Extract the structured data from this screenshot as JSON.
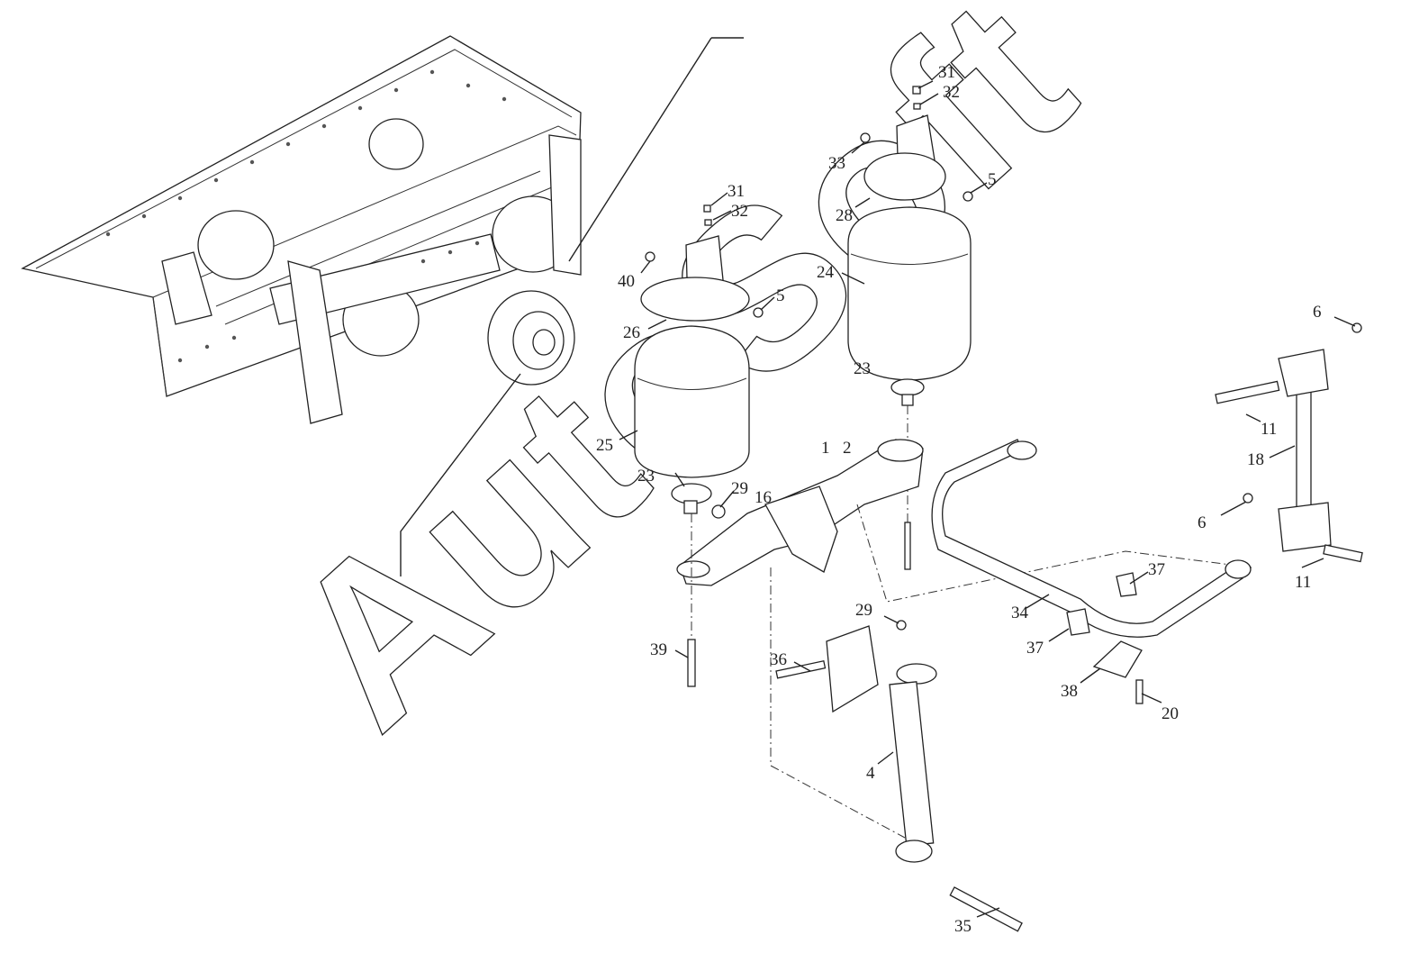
{
  "watermark": "AutoSoft",
  "callouts": [
    {
      "id": "c31a",
      "label": "31"
    },
    {
      "id": "c32a",
      "label": "32"
    },
    {
      "id": "c33",
      "label": "33"
    },
    {
      "id": "c5a",
      "label": "5"
    },
    {
      "id": "c28",
      "label": "28"
    },
    {
      "id": "c24",
      "label": "24"
    },
    {
      "id": "c31b",
      "label": "31"
    },
    {
      "id": "c32b",
      "label": "32"
    },
    {
      "id": "c40",
      "label": "40"
    },
    {
      "id": "c5b",
      "label": "5"
    },
    {
      "id": "c26",
      "label": "26"
    },
    {
      "id": "c25",
      "label": "25"
    },
    {
      "id": "c23a",
      "label": "23"
    },
    {
      "id": "c23b",
      "label": "23"
    },
    {
      "id": "c1",
      "label": "1"
    },
    {
      "id": "c2",
      "label": "2"
    },
    {
      "id": "c29a",
      "label": "29"
    },
    {
      "id": "c16",
      "label": "16"
    },
    {
      "id": "c6a",
      "label": "6"
    },
    {
      "id": "c11a",
      "label": "11"
    },
    {
      "id": "c18",
      "label": "18"
    },
    {
      "id": "c6b",
      "label": "6"
    },
    {
      "id": "c11b",
      "label": "11"
    },
    {
      "id": "c37a",
      "label": "37"
    },
    {
      "id": "c34",
      "label": "34"
    },
    {
      "id": "c37b",
      "label": "37"
    },
    {
      "id": "c38",
      "label": "38"
    },
    {
      "id": "c20",
      "label": "20"
    },
    {
      "id": "c29b",
      "label": "29"
    },
    {
      "id": "c36",
      "label": "36"
    },
    {
      "id": "c39",
      "label": "39"
    },
    {
      "id": "c4",
      "label": "4"
    },
    {
      "id": "c35",
      "label": "35"
    }
  ]
}
